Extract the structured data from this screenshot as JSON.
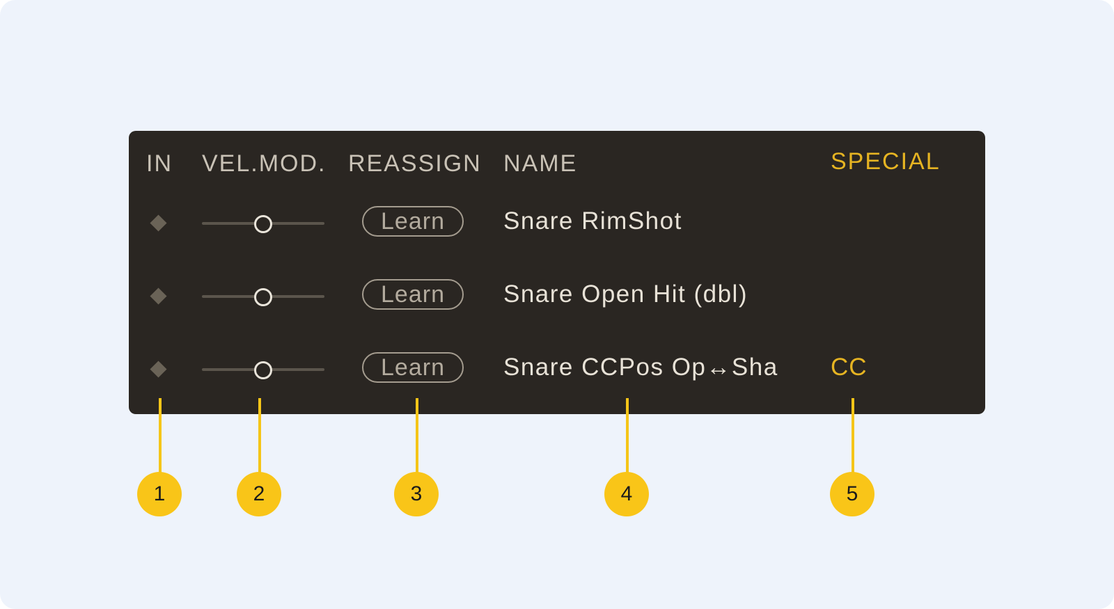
{
  "header": {
    "in": "IN",
    "vel_mod": "VEL.MOD.",
    "reassign": "REASSIGN",
    "name": "NAME",
    "special": "SPECIAL"
  },
  "rows": [
    {
      "name": "Snare RimShot",
      "learn_label": "Learn",
      "vel_mod": 0.5,
      "special": ""
    },
    {
      "name": "Snare Open Hit (dbl)",
      "learn_label": "Learn",
      "vel_mod": 0.5,
      "special": ""
    },
    {
      "name": "Snare CCPos Op↔Sha",
      "learn_label": "Learn",
      "vel_mod": 0.5,
      "special": "CC"
    }
  ],
  "callouts": [
    "1",
    "2",
    "3",
    "4",
    "5"
  ],
  "colors": {
    "accent": "#e6b422",
    "panel_bg": "#2a2622",
    "page_bg": "#eef3fb",
    "callout": "#f9c518"
  },
  "icons": {
    "in_indicator": "diamond-icon"
  }
}
